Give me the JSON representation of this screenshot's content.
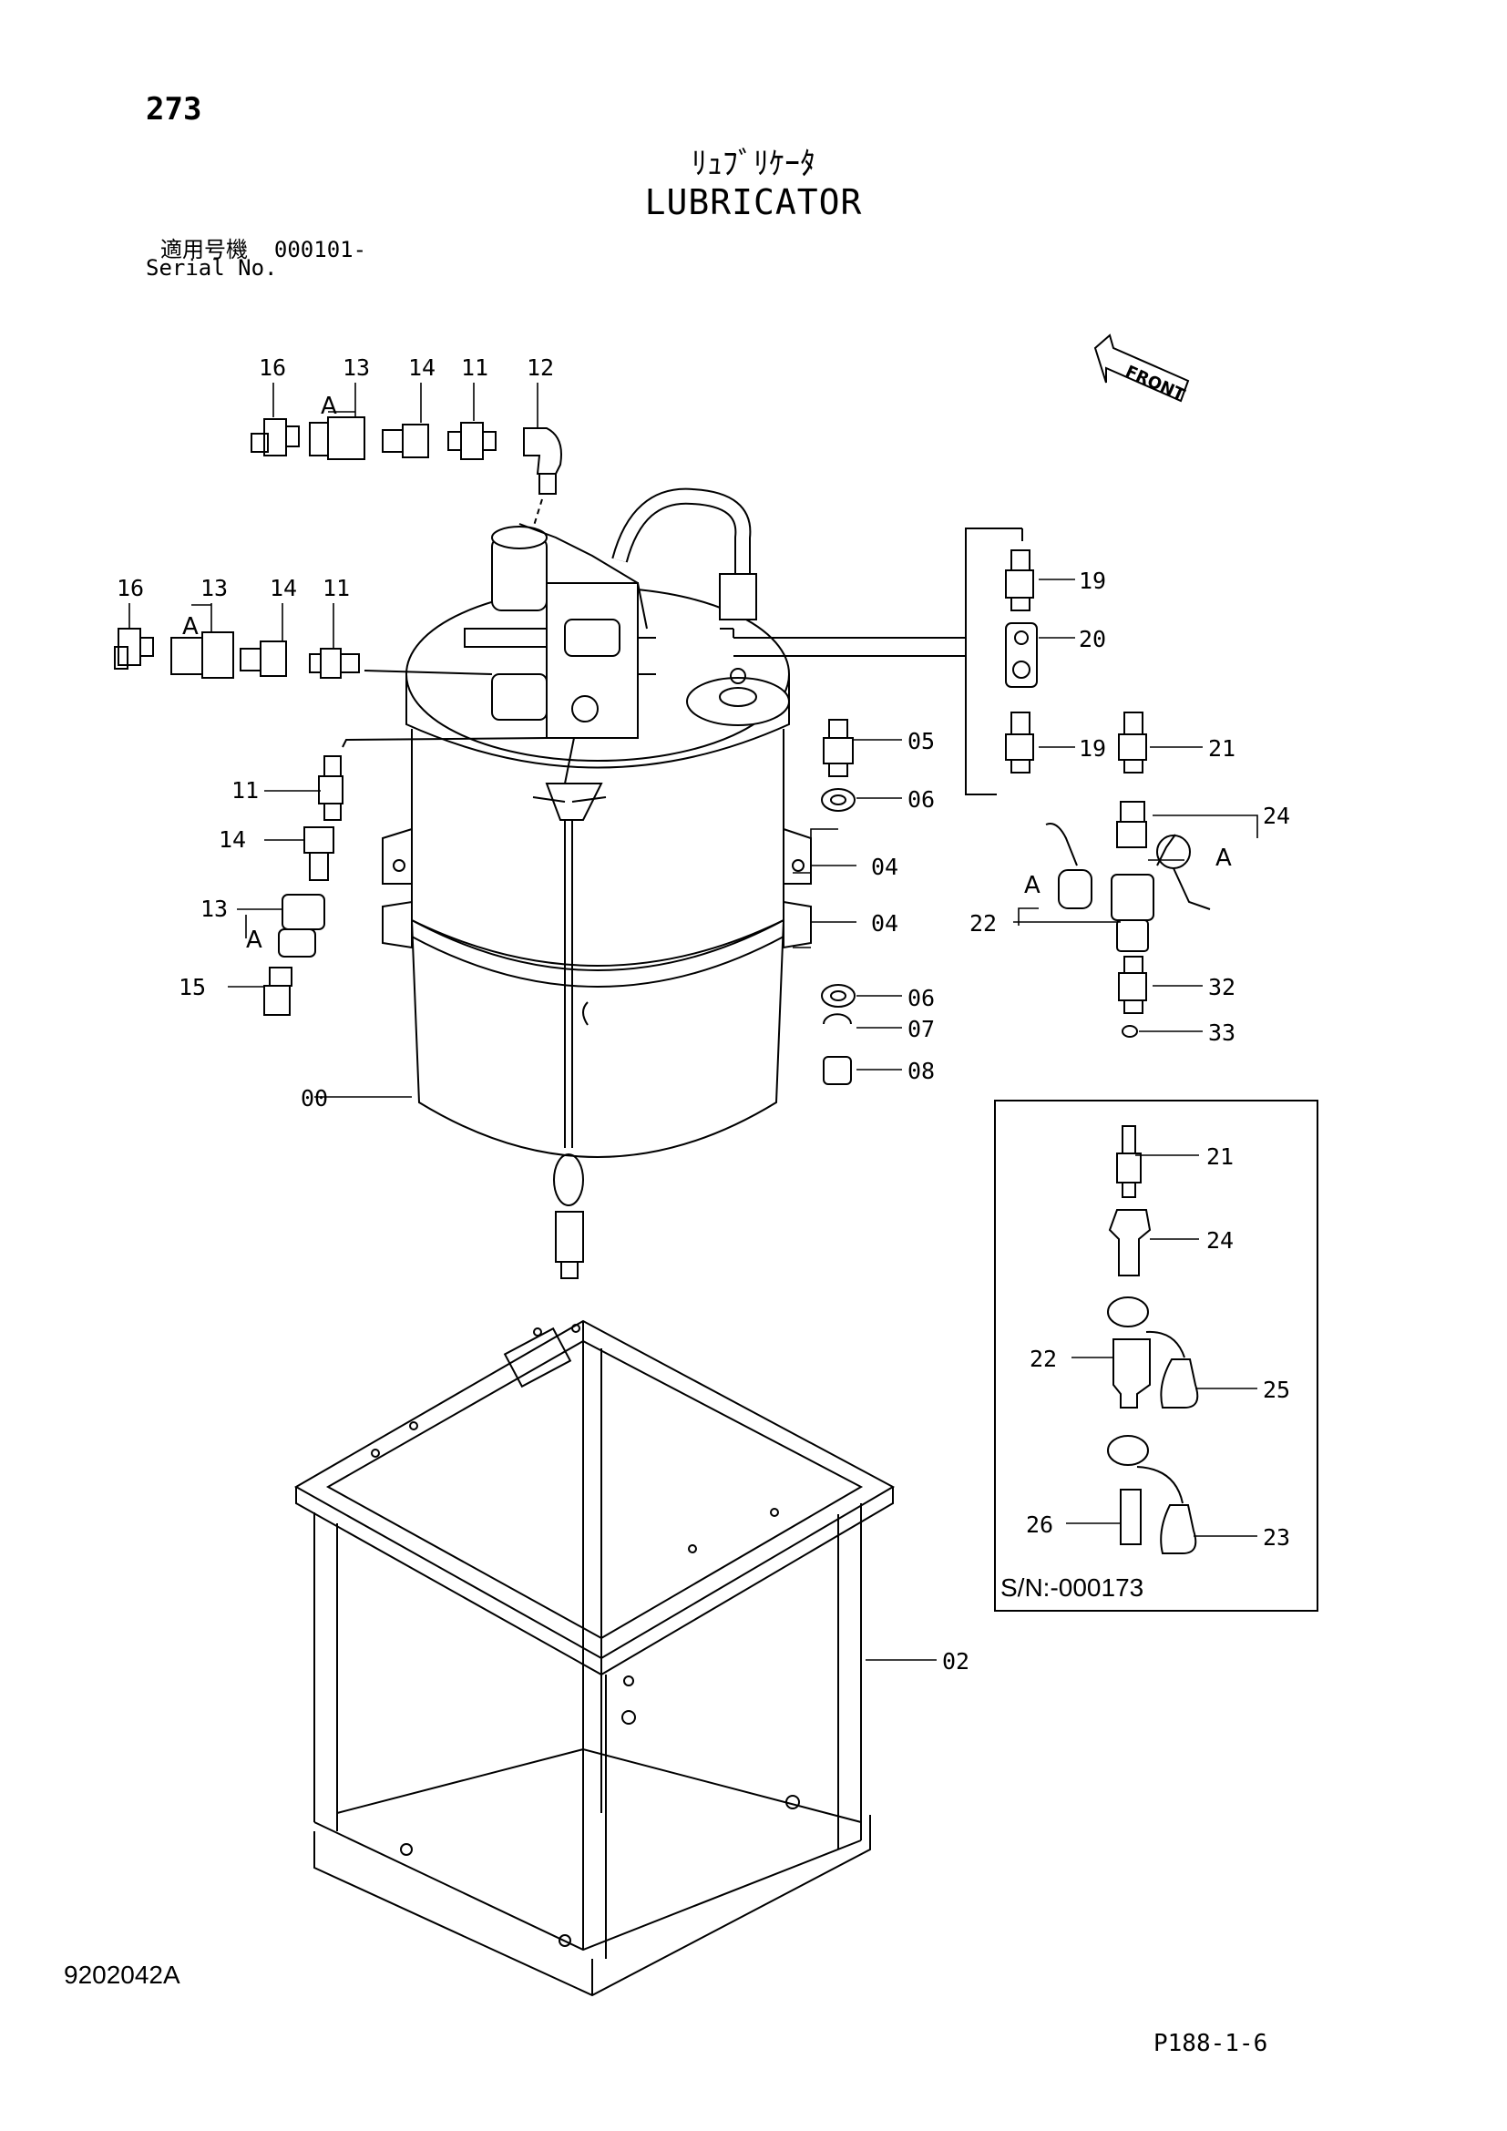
{
  "header": {
    "page_number": "273",
    "title_jp": "ﾘｭﾌﾞﾘｹｰﾀ",
    "title_en": "LUBRICATOR",
    "serial_label_jp": "適用号機",
    "serial_value": "000101-",
    "serial_label_en": "Serial No."
  },
  "callouts": {
    "c00": "00",
    "c02": "02",
    "c04a": "04",
    "c04b": "04",
    "c05": "05",
    "c06a": "06",
    "c06b": "06",
    "c07": "07",
    "c08": "08",
    "c11a": "11",
    "c11b": "11",
    "c11c": "11",
    "c12": "12",
    "c13a": "13",
    "c13b": "13",
    "c13c": "13",
    "c14a": "14",
    "c14b": "14",
    "c14c": "14",
    "c15": "15",
    "c16a": "16",
    "c16b": "16",
    "c19a": "19",
    "c19b": "19",
    "c20": "20",
    "c21a": "21",
    "c21b": "21",
    "c22a": "22",
    "c22b": "22",
    "c23": "23",
    "c24a": "24",
    "c24b": "24",
    "c25": "25",
    "c26": "26",
    "c32": "32",
    "c33": "33",
    "mark_a": "A"
  },
  "front_label": "FRONT",
  "inset": {
    "serial_range": "S/N:-000173"
  },
  "footer": {
    "drawing_number": "9202042A",
    "page_ref": "P188-1-6"
  }
}
